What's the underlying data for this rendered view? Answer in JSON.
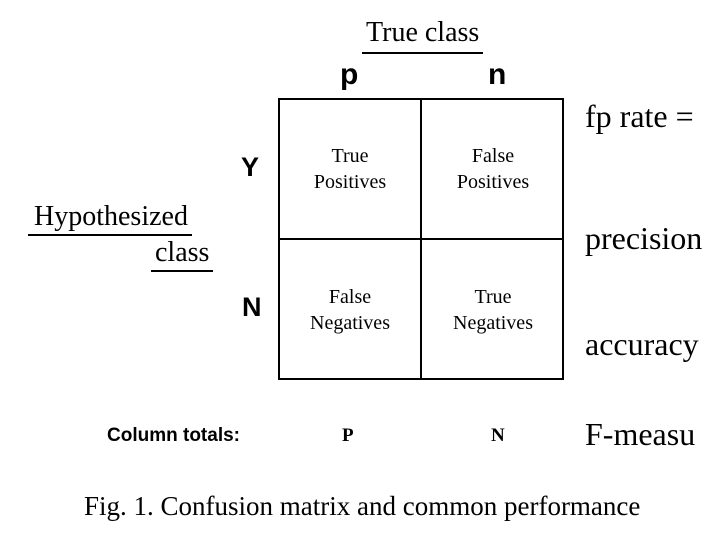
{
  "header": {
    "true_class": "True class",
    "columns": [
      "p",
      "n"
    ]
  },
  "rows": {
    "labels": [
      "Y",
      "N"
    ],
    "hypothesized_line1": "Hypothesized",
    "hypothesized_line2": "class"
  },
  "matrix": {
    "tp": [
      "True",
      "Positives"
    ],
    "fp": [
      "False",
      "Positives"
    ],
    "fn": [
      "False",
      "Negatives"
    ],
    "tn": [
      "True",
      "Negatives"
    ]
  },
  "totals": {
    "label": "Column totals:",
    "values": [
      "P",
      "N"
    ]
  },
  "metrics": [
    "fp rate =",
    "precision",
    "accuracy",
    "F-measu"
  ],
  "caption": "Fig. 1.  Confusion matrix and common performance"
}
